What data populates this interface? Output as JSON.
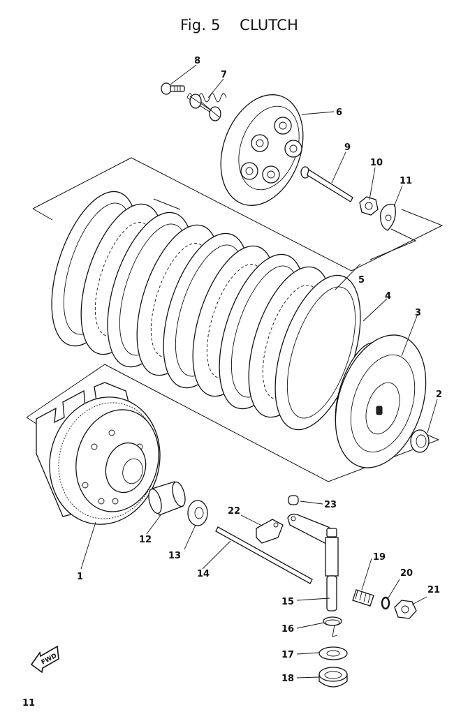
{
  "figure": {
    "title": "Fig. 5    CLUTCH",
    "page_number": "11",
    "direction_marker": "FWD"
  },
  "parts": [
    {
      "ref": "1",
      "label": "1"
    },
    {
      "ref": "2",
      "label": "2"
    },
    {
      "ref": "3",
      "label": "3"
    },
    {
      "ref": "4",
      "label": "4"
    },
    {
      "ref": "5",
      "label": "5"
    },
    {
      "ref": "6",
      "label": "6"
    },
    {
      "ref": "7",
      "label": "7"
    },
    {
      "ref": "8",
      "label": "8"
    },
    {
      "ref": "9",
      "label": "9"
    },
    {
      "ref": "10",
      "label": "10"
    },
    {
      "ref": "11",
      "label": "11"
    },
    {
      "ref": "12",
      "label": "12"
    },
    {
      "ref": "13",
      "label": "13"
    },
    {
      "ref": "14",
      "label": "14"
    },
    {
      "ref": "15",
      "label": "15"
    },
    {
      "ref": "16",
      "label": "16"
    },
    {
      "ref": "17",
      "label": "17"
    },
    {
      "ref": "18",
      "label": "18"
    },
    {
      "ref": "19",
      "label": "19"
    },
    {
      "ref": "20",
      "label": "20"
    },
    {
      "ref": "21",
      "label": "21"
    },
    {
      "ref": "22",
      "label": "22"
    },
    {
      "ref": "23",
      "label": "23"
    }
  ]
}
